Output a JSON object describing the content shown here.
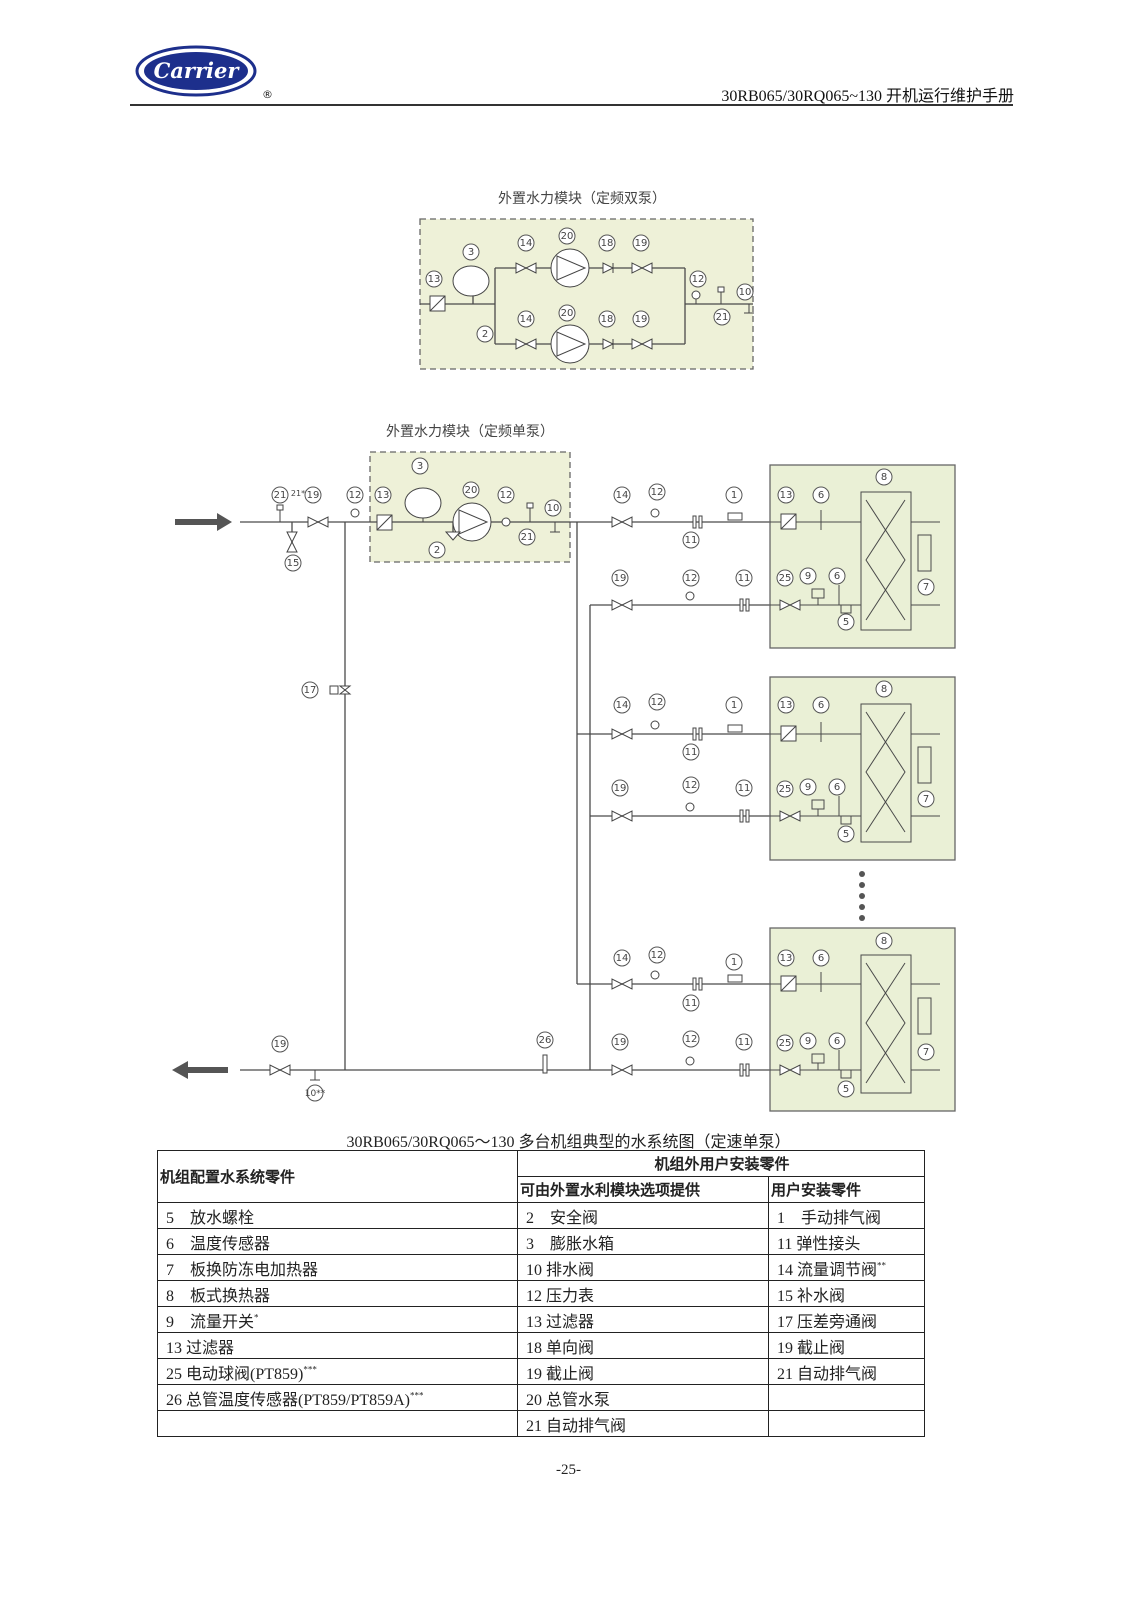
{
  "header": {
    "brand": "Carrier",
    "reg_mark": "®",
    "doc_title": "30RB065/30RQ065~130 开机运行维护手册"
  },
  "diagram": {
    "top_module_title": "外置水力模块（定频双泵）",
    "main_module_title": "外置水力模块（定频单泵）",
    "tag_21_main": "21***",
    "tag_10_main": "10**",
    "tag_17": "17"
  },
  "caption": "30RB065/30RQ065～130 多台机组典型的水系统图（定速单泵）",
  "table": {
    "col1_header": "机组配置水系统零件",
    "group_header": "机组外用户安装零件",
    "col2_header": "可由外置水利模块选项提供",
    "col3_header": "用户安装零件",
    "rows": [
      {
        "c1": "5　放水螺栓",
        "c1sup": "",
        "c2": "2　安全阀",
        "c3": "1　手动排气阀",
        "c3sup": ""
      },
      {
        "c1": "6　温度传感器",
        "c1sup": "",
        "c2": "3　膨胀水箱",
        "c3": "11 弹性接头",
        "c3sup": ""
      },
      {
        "c1": "7　板换防冻电加热器",
        "c1sup": "",
        "c2": "10 排水阀",
        "c3": "14 流量调节阀",
        "c3sup": "**"
      },
      {
        "c1": "8　板式换热器",
        "c1sup": "",
        "c2": "12 压力表",
        "c3": "15 补水阀",
        "c3sup": ""
      },
      {
        "c1": "9　流量开关",
        "c1sup": "*",
        "c2": "13 过滤器",
        "c3": "17 压差旁通阀",
        "c3sup": ""
      },
      {
        "c1": "13 过滤器",
        "c1sup": "",
        "c2": "18 单向阀",
        "c3": "19 截止阀",
        "c3sup": ""
      },
      {
        "c1": "25 电动球阀(PT859)",
        "c1sup": "***",
        "c2": "19 截止阀",
        "c3": "21 自动排气阀",
        "c3sup": ""
      },
      {
        "c1": "26 总管温度传感器(PT859/PT859A)",
        "c1sup": "***",
        "c2": "20 总管水泵",
        "c3": "",
        "c3sup": ""
      },
      {
        "c1": "",
        "c1sup": "",
        "c2": "21 自动排气阀",
        "c3": "",
        "c3sup": ""
      }
    ]
  },
  "page_number": "-25-",
  "colors": {
    "module_fill": "#eef1d8",
    "unit_fill": "#eaf0d6",
    "logo_blue": "#1d2f8c",
    "line": "#4a4a4a"
  }
}
